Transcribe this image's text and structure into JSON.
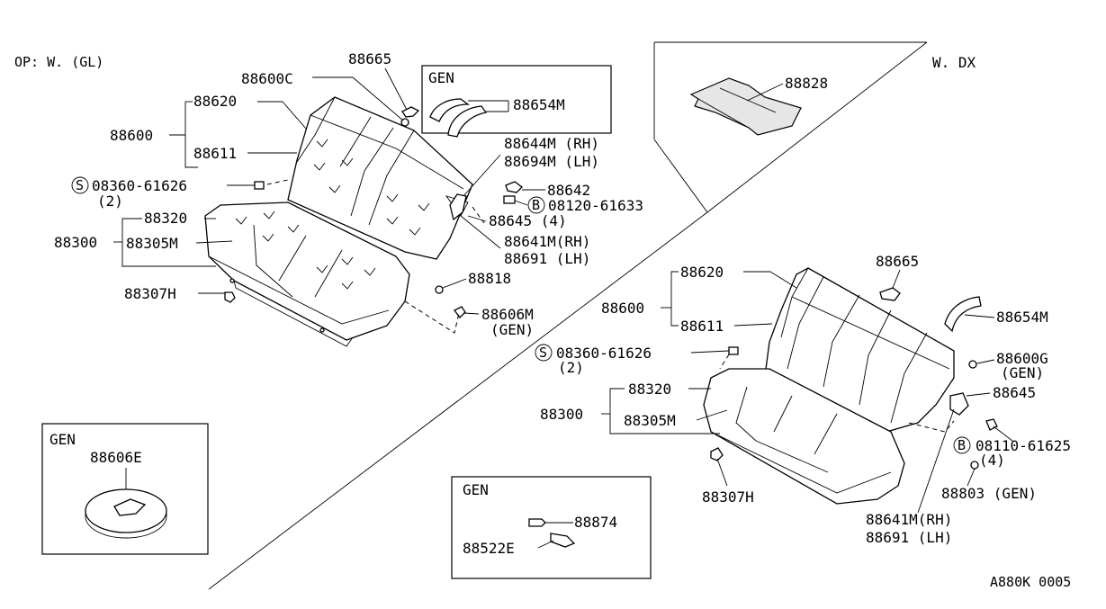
{
  "header": {
    "option_note": "OP: W. (GL)",
    "wagon_dx": "W. DX"
  },
  "diagram_code": "A880K 0005",
  "left_assembly": {
    "c_88600C": "88600C",
    "c_88665": "88665",
    "c_88620": "88620",
    "c_88600": "88600",
    "c_88611": "88611",
    "screw_code": "08360-61626",
    "screw_prefix": "S",
    "screw_qty": "(2)",
    "c_88320": "88320",
    "c_88300": "88300",
    "c_88305M": "88305M",
    "c_88307H": "88307H",
    "c_88644M": "88644M (RH)",
    "c_88694M": "88694M (LH)",
    "c_88642": "88642",
    "bolt_prefix": "B",
    "bolt_code": "08120-61633",
    "c_88645": "88645 (4)",
    "c_88641M": "88641M(RH)",
    "c_88691": "88691 (LH)",
    "c_88818": "88818",
    "c_88606M": "88606M",
    "c_88606M_note": "(GEN)"
  },
  "gen_box_top": {
    "title": "GEN",
    "part": "88654M"
  },
  "gen_box_cap": {
    "title": "GEN",
    "part": "88606E"
  },
  "gen_box_small": {
    "title": "GEN",
    "part_a": "88874",
    "part_b": "88522E"
  },
  "wdx_inset": {
    "part": "88828"
  },
  "right_assembly": {
    "c_88620": "88620",
    "c_88600": "88600",
    "c_88611": "88611",
    "c_88665": "88665",
    "c_88654M": "88654M",
    "screw_prefix": "S",
    "screw_code": "08360-61626",
    "screw_qty": "(2)",
    "c_88600G": "88600G",
    "c_88600G_note": "(GEN)",
    "c_88645": "88645",
    "c_88320": "88320",
    "c_88300": "88300",
    "c_88305M": "88305M",
    "bolt_prefix": "B",
    "bolt_code": "08110-61625",
    "bolt_qty": "(4)",
    "c_88307H": "88307H",
    "c_88803": "88803 (GEN)",
    "c_88641M": "88641M(RH)",
    "c_88691": "88691 (LH)"
  }
}
